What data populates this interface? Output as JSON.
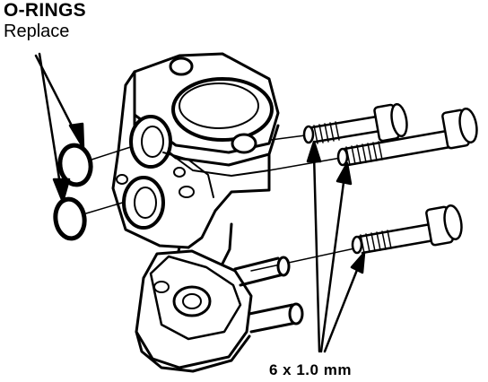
{
  "labels": {
    "oring_title": "O-RINGS",
    "oring_action": "Replace",
    "bolt_spec": "6 x 1.0 mm"
  },
  "colors": {
    "ink": "#000000",
    "paper": "#ffffff"
  }
}
